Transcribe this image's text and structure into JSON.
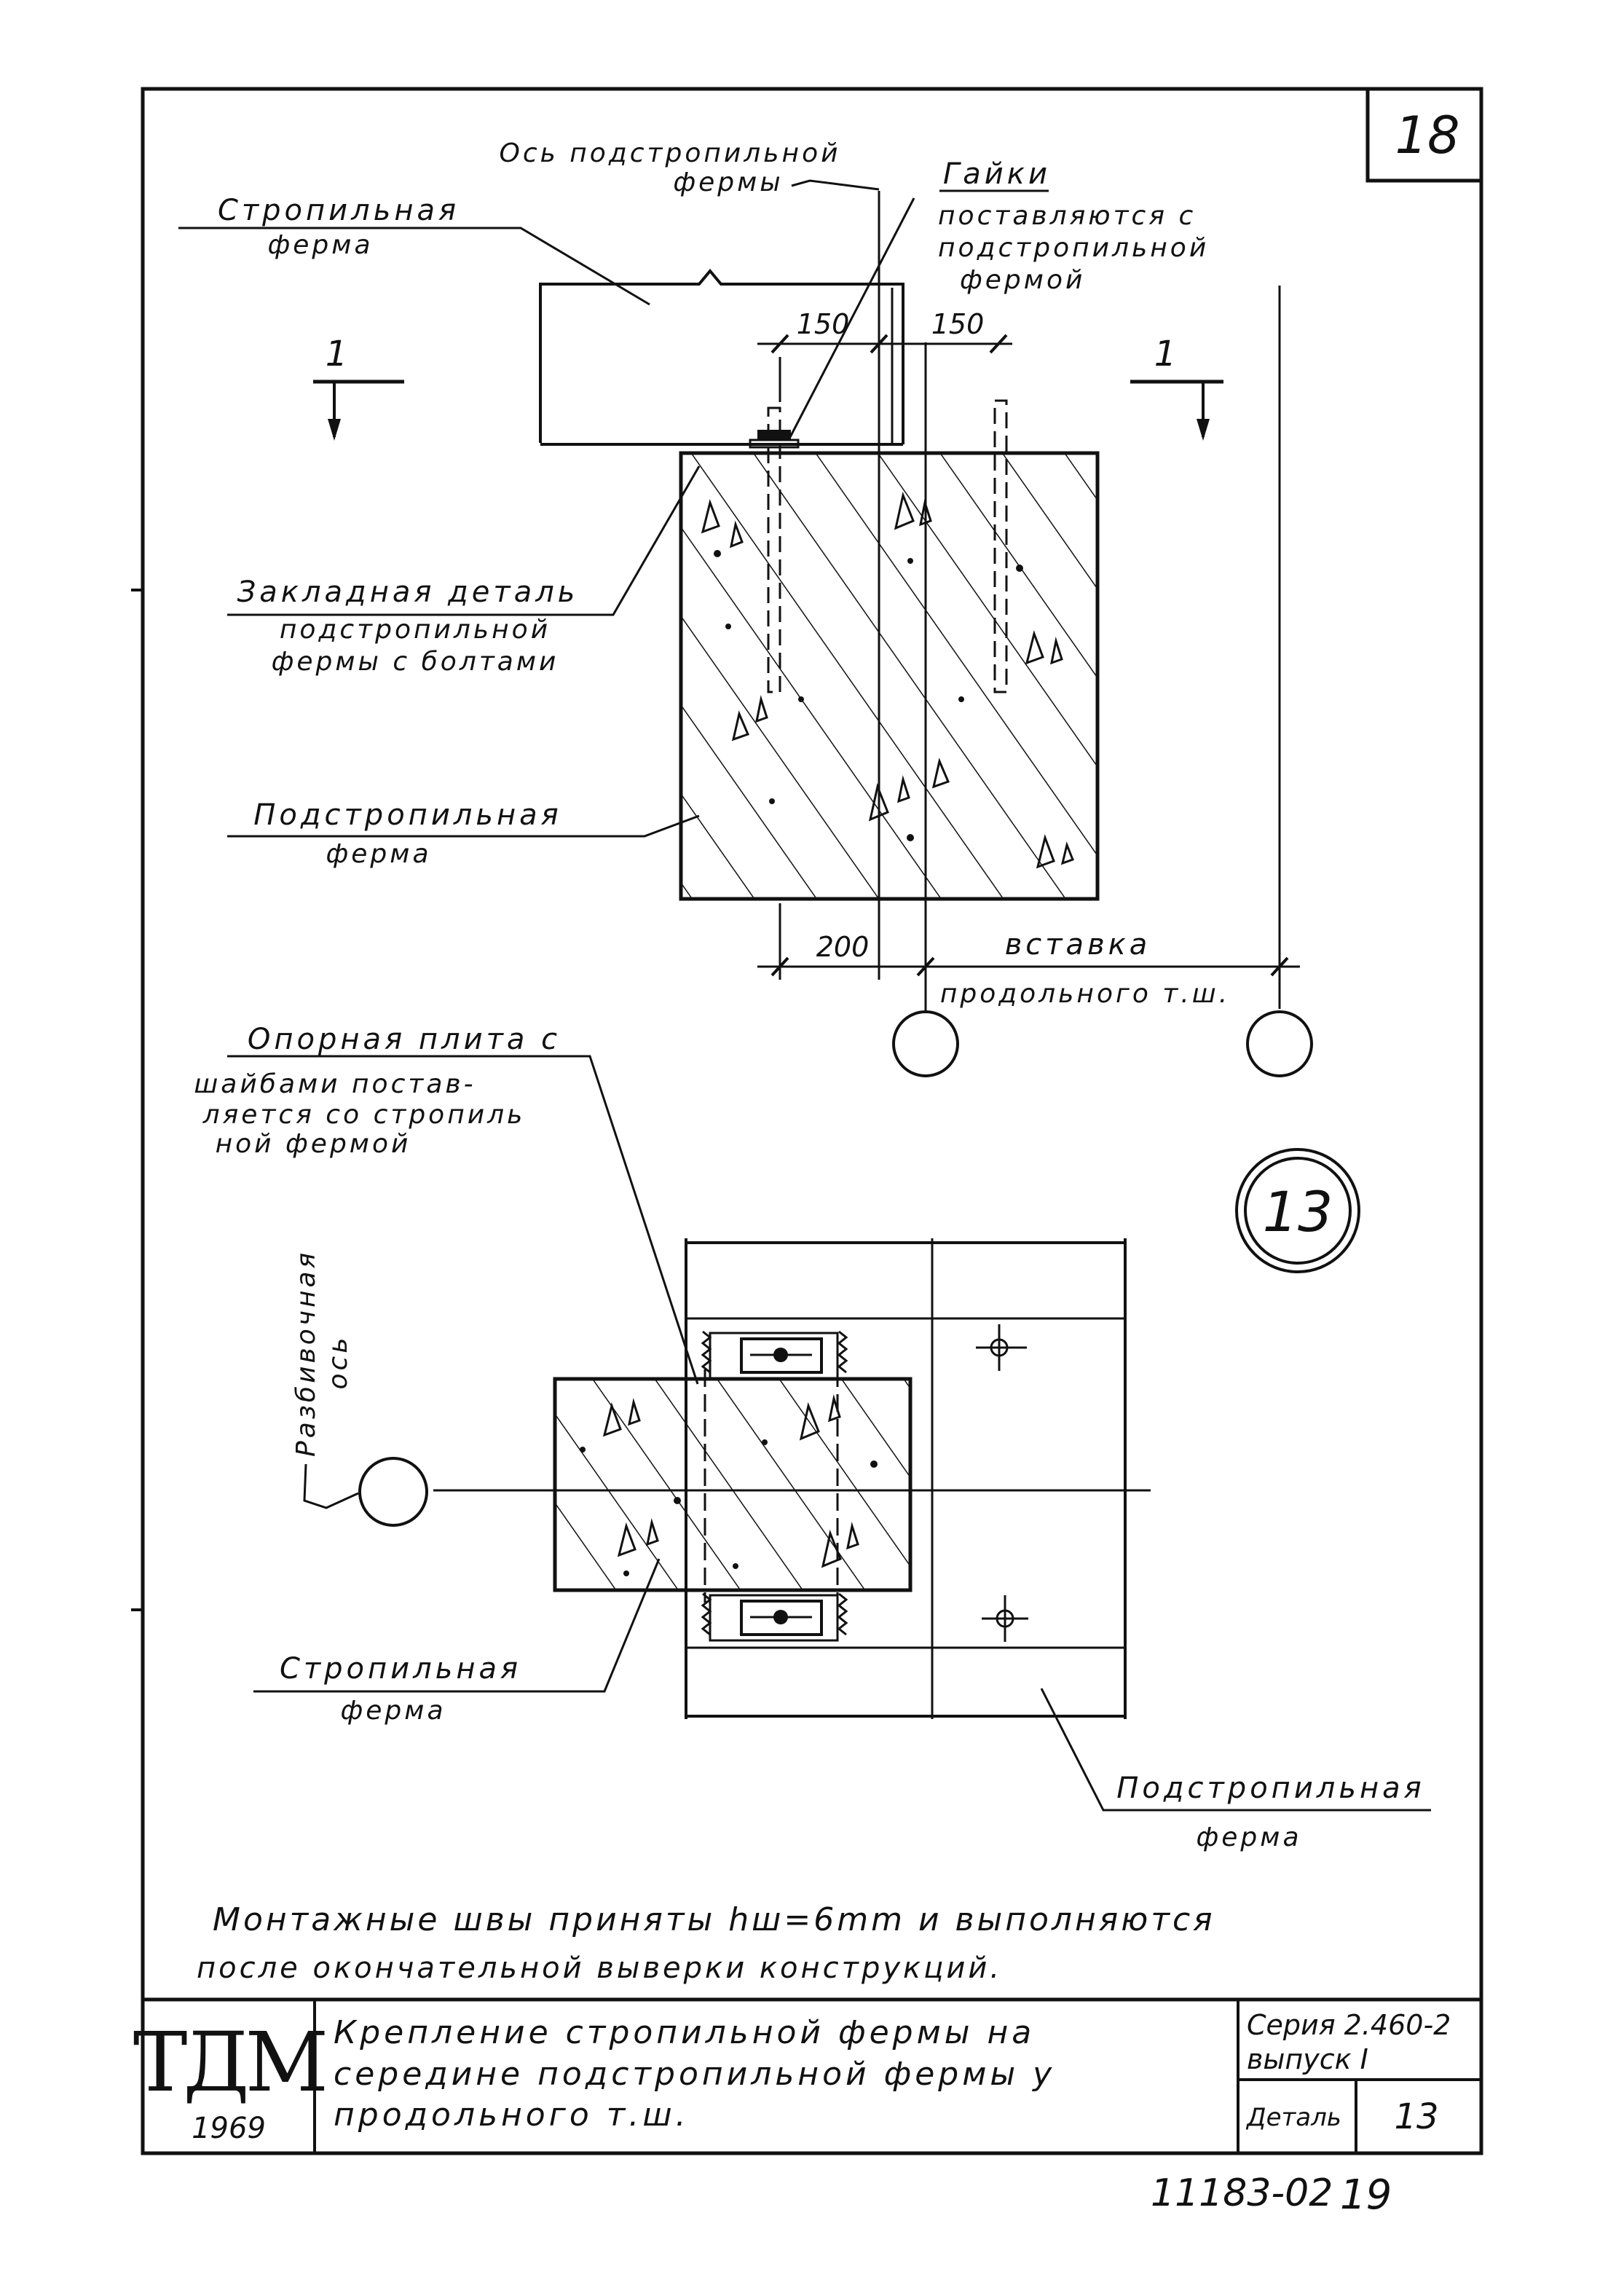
{
  "sheet": {
    "page_number": "18",
    "stamp_number": "13",
    "footer_code": "11183-02",
    "footer_page": "19"
  },
  "top_view": {
    "axis_label_line1": "Ось подстропильной",
    "axis_label_line2": "фермы",
    "truss_label_line1": "Стропильная",
    "truss_label_line2": "ферма",
    "nuts_line1": "Гайки",
    "nuts_line2": "поставляются с",
    "nuts_line3": "подстропильной",
    "nuts_line4": "фермой",
    "embedded_line1": "Закладная деталь",
    "embedded_line2": "подстропильной",
    "embedded_line3": "фермы с болтами",
    "subtruss_line1": "Подстропильная",
    "subtruss_line2": "ферма",
    "dim_150_left": "150",
    "dim_150_right": "150",
    "dim_200": "200",
    "insert_line1": "вставка",
    "insert_line2": "продольного т.ш.",
    "section_mark_left": "1",
    "section_mark_right": "1"
  },
  "plan_view": {
    "plate_line1": "Опорная плита с",
    "plate_line2": "шайбами постав-",
    "plate_line3": "ляется со стропиль",
    "plate_line4": "ной фермой",
    "axis_vertical_line1": "Разбивочная",
    "axis_vertical_line2": "ось",
    "truss_line1": "Стропильная",
    "truss_line2": "ферма",
    "subtruss_line1": "Подстропильная",
    "subtruss_line2": "ферма"
  },
  "notes": {
    "line1": "Монтажные швы приняты hш=6mm и выполняются",
    "line2": "после окончательной выверки конструкций."
  },
  "title_block": {
    "logo": "ТДМ",
    "year": "1969",
    "title_line1": "Крепление стропильной фермы на",
    "title_line2": "середине подстропильной фермы у",
    "title_line3": "продольного т.ш.",
    "series_line1": "Серия 2.460-2",
    "series_line2": "выпуск I",
    "detail_label": "Деталь",
    "detail_value": "13"
  }
}
